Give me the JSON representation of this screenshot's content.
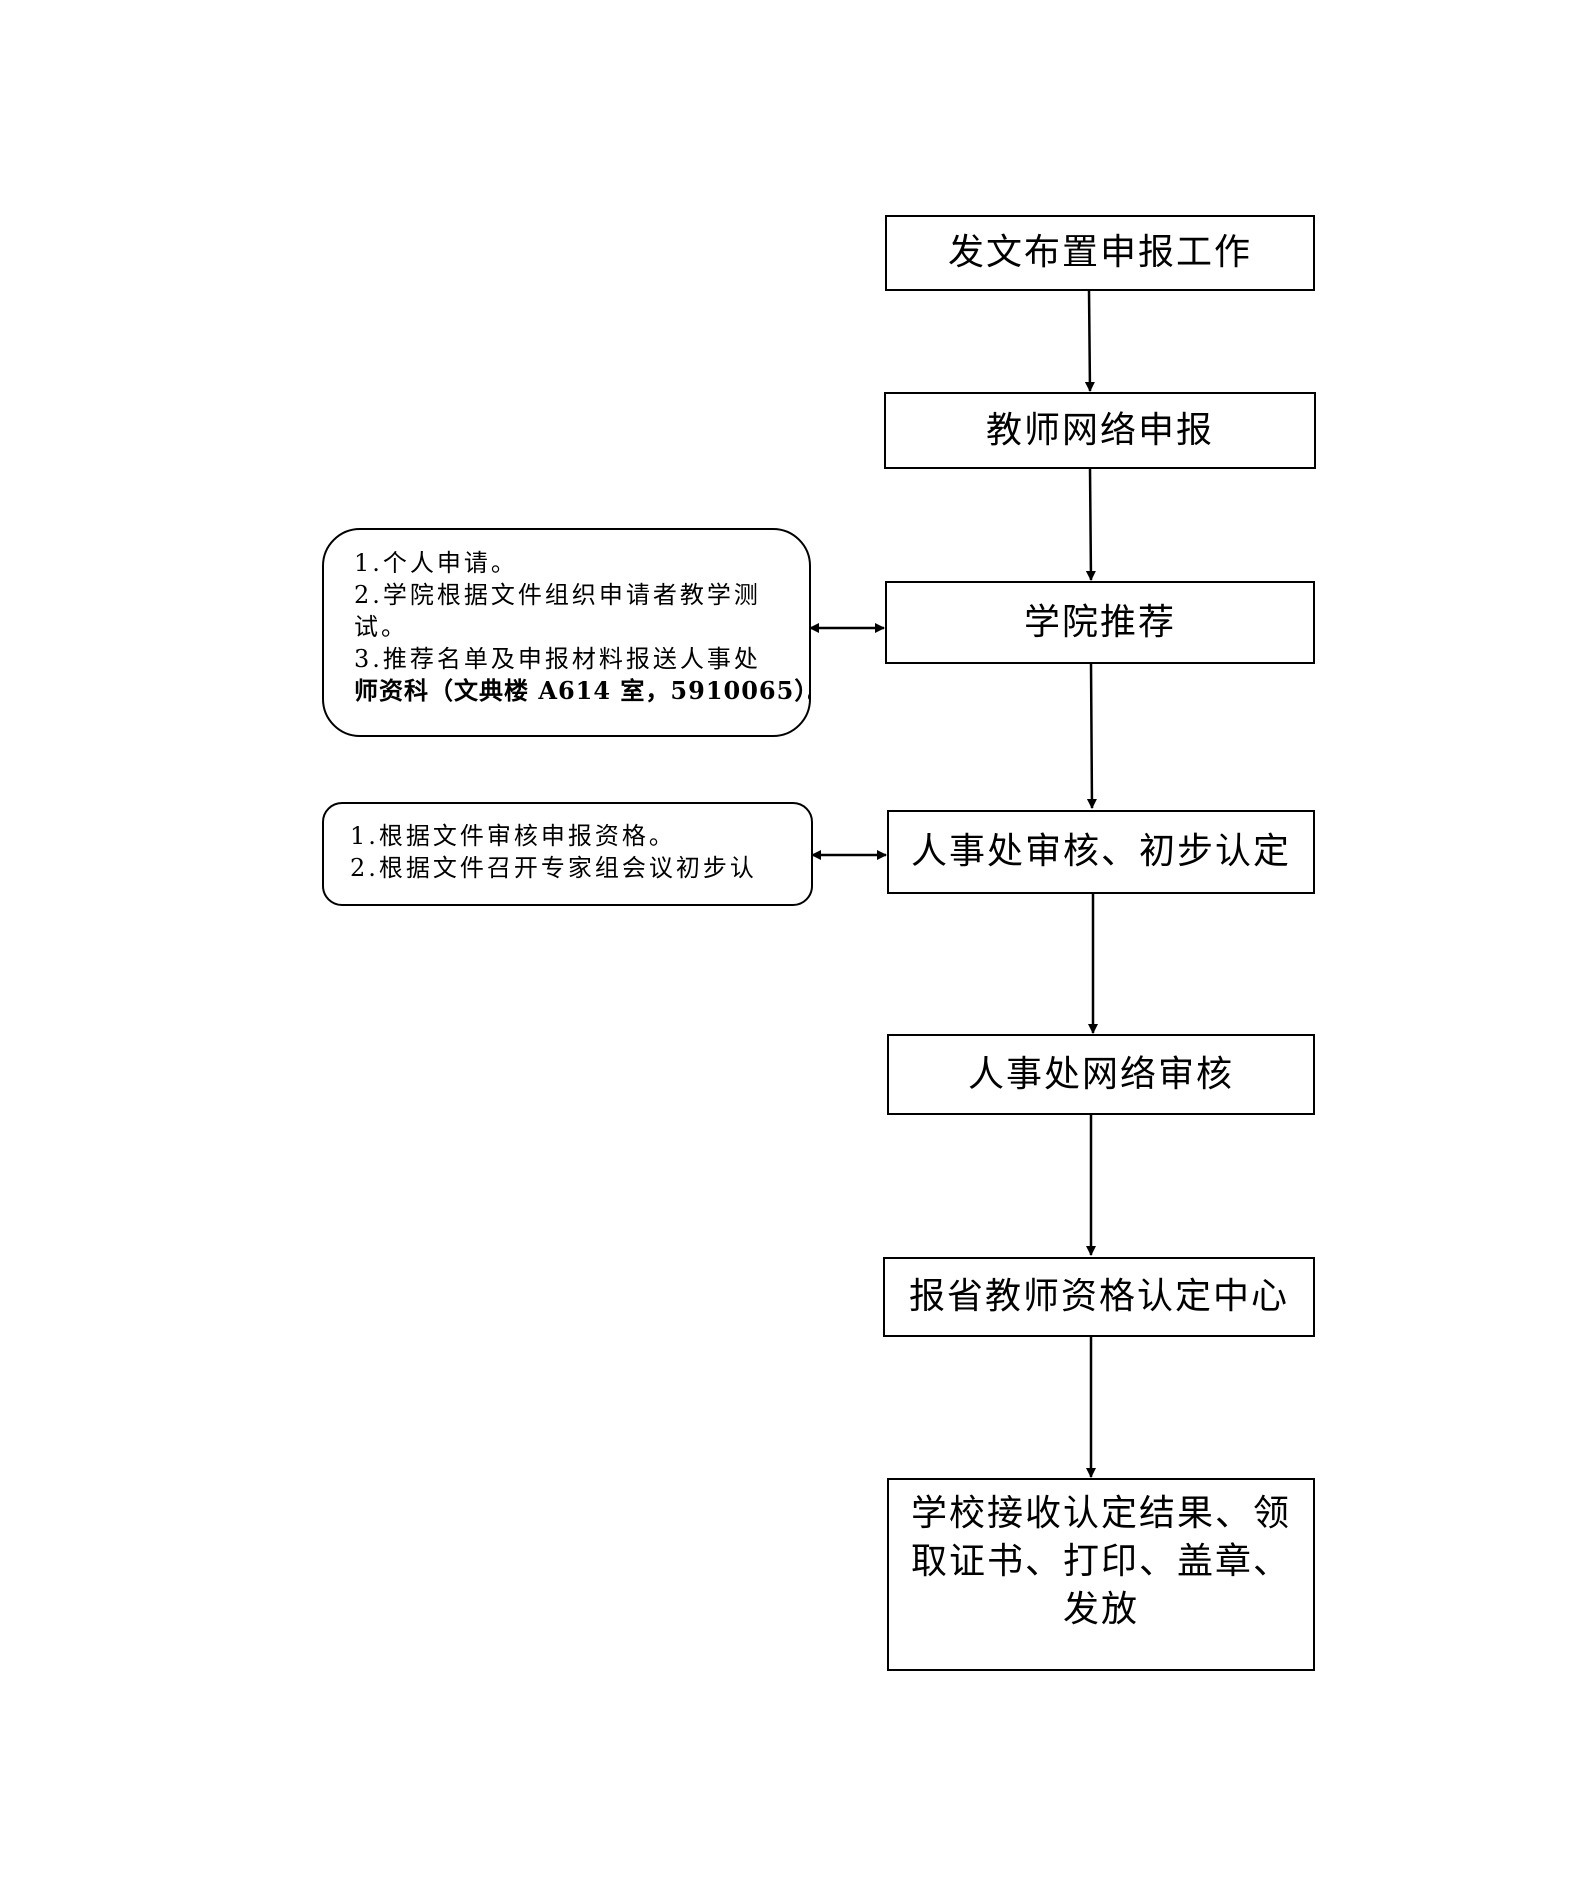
{
  "steps": [
    {
      "label": "发文布置申报工作"
    },
    {
      "label": "教师网络申报"
    },
    {
      "label": "学院推荐"
    },
    {
      "label": "人事处审核、初步认定"
    },
    {
      "label": "人事处网络审核"
    },
    {
      "label": "报省教师资格认定中心"
    },
    {
      "label_lines": [
        "学校接收认定结果、领",
        "取证书、打印、盖章、",
        "发放"
      ]
    }
  ],
  "notes": {
    "college": {
      "lines": [
        "1.个人申请。",
        "2.学院根据文件组织申请者教学测",
        "试。",
        "3.推荐名单及申报材料报送人事处",
        "师资科（文典楼 A614 室，5910065）。"
      ]
    },
    "hr": {
      "lines": [
        "1.根据文件审核申报资格。",
        "2.根据文件召开专家组会议初步认"
      ]
    }
  }
}
